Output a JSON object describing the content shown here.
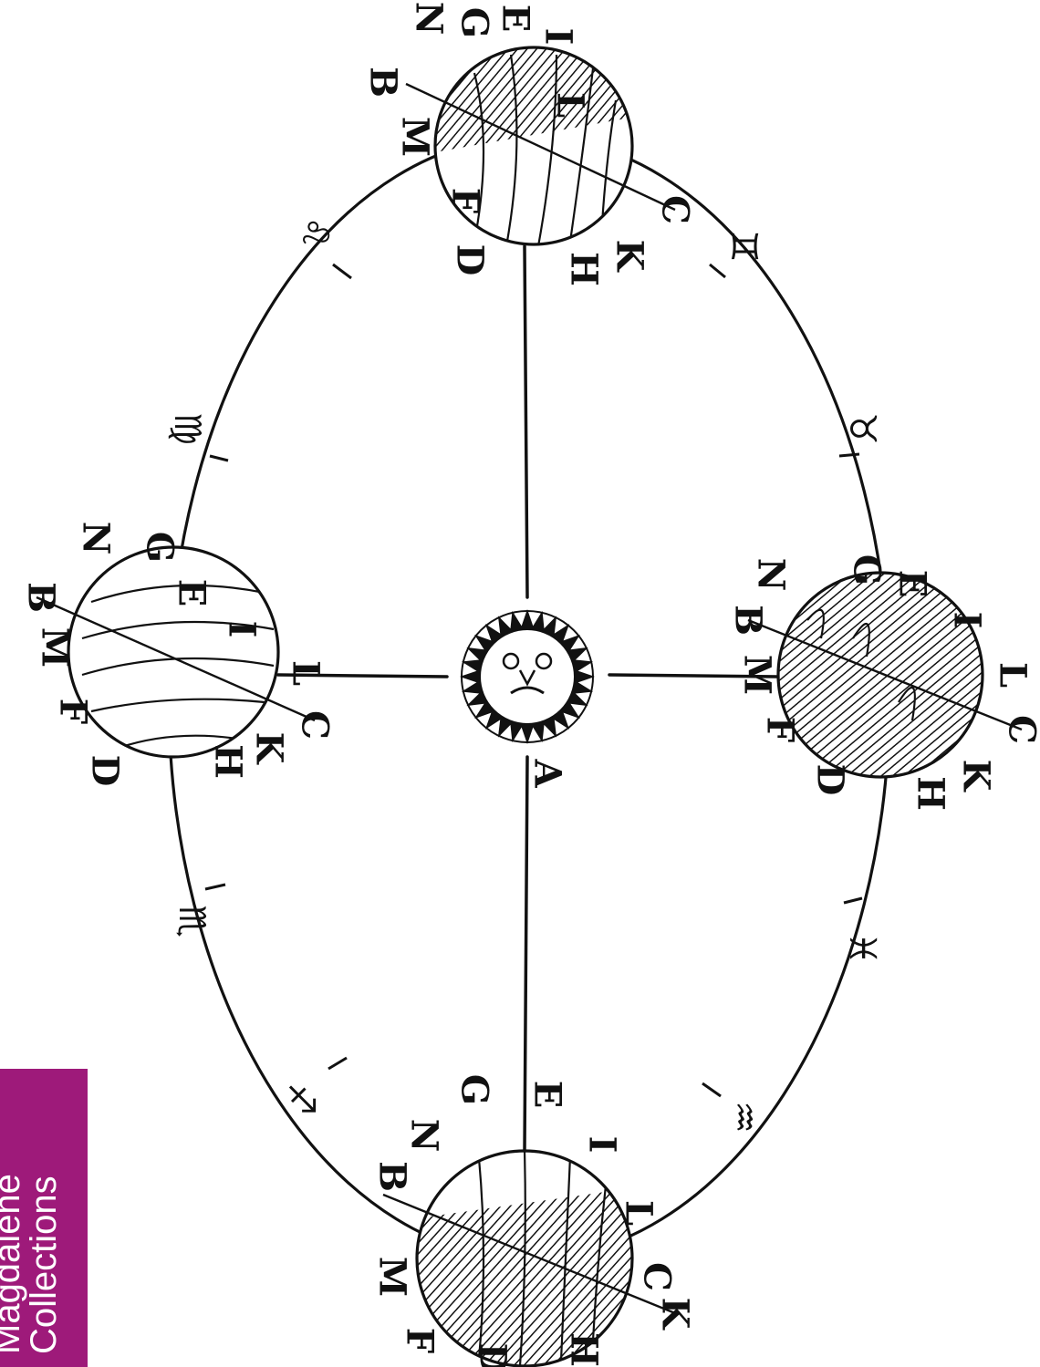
{
  "brand": {
    "line1": "Magdalene",
    "line2": "Collections",
    "color": "#9e1a7a"
  },
  "sun": {
    "label": "A"
  },
  "globes": [
    {
      "id": "top",
      "letters": [
        "B",
        "N",
        "G",
        "E",
        "I",
        "L",
        "C",
        "K",
        "H",
        "D",
        "F",
        "M"
      ],
      "shading": "half"
    },
    {
      "id": "left",
      "letters": [
        "B",
        "N",
        "G",
        "E",
        "I",
        "L",
        "C",
        "K",
        "H",
        "D",
        "F",
        "M"
      ],
      "shading": "none"
    },
    {
      "id": "right",
      "letters": [
        "B",
        "N",
        "G",
        "E",
        "I",
        "L",
        "C",
        "K",
        "H",
        "D",
        "F",
        "M"
      ],
      "shading": "full"
    },
    {
      "id": "bottom",
      "letters": [
        "B",
        "N",
        "G",
        "E",
        "I",
        "L",
        "C",
        "K",
        "H",
        "D",
        "F",
        "M"
      ],
      "shading": "half"
    }
  ],
  "zodiac_signs": [
    "♌",
    "♍",
    "♏",
    "♐",
    "♒",
    "♓",
    "♉",
    "♊"
  ]
}
